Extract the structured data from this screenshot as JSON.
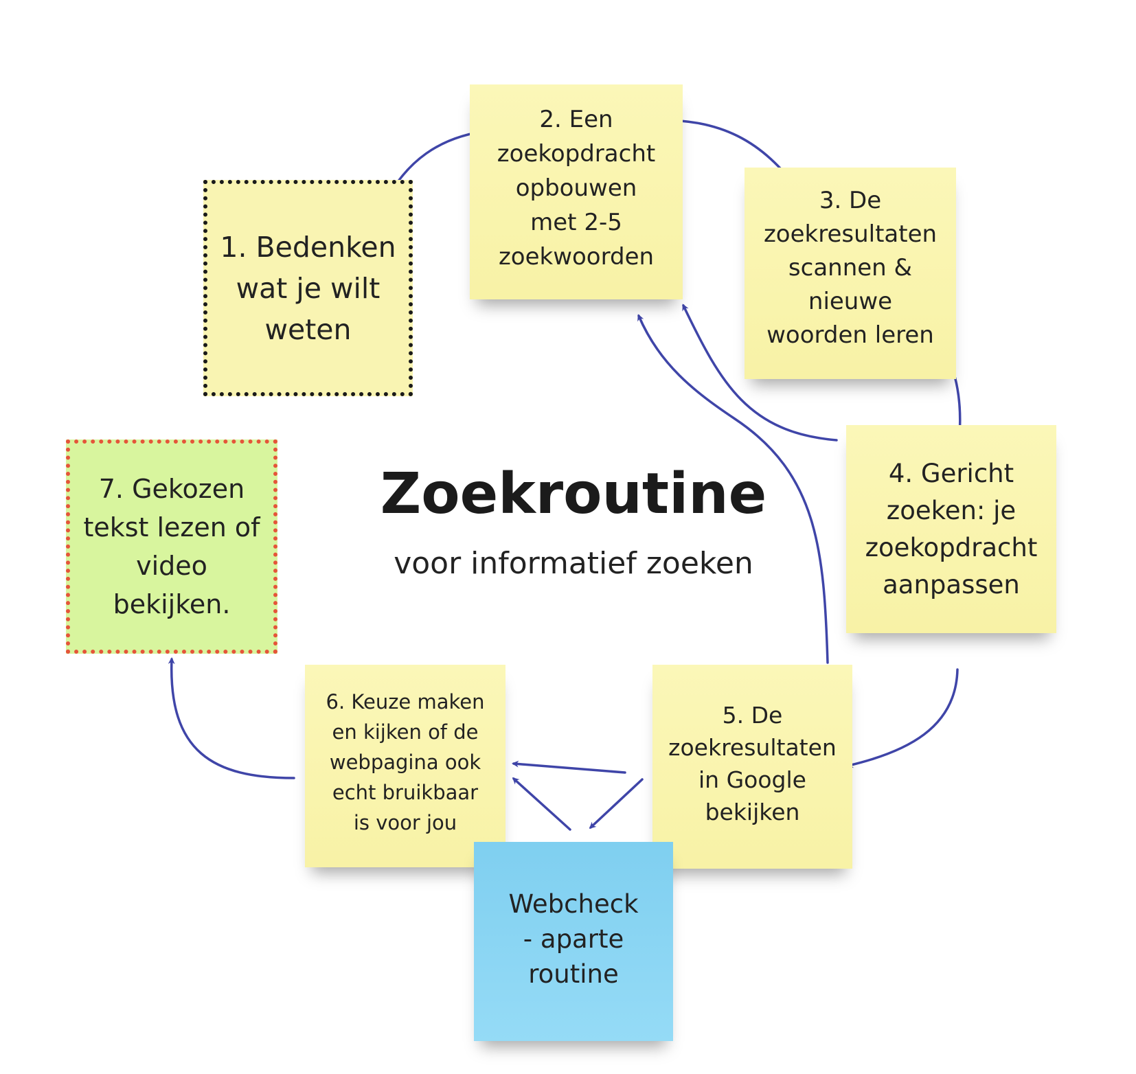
{
  "title": "Zoekroutine",
  "subtitle": "voor informatief zoeken",
  "steps": [
    {
      "id": "1",
      "text": "1. Bedenken\nwat je wilt\nweten"
    },
    {
      "id": "2",
      "text": "2. Een\nzoekopdracht\nopbouwen\nmet 2-5\nzoekwoorden"
    },
    {
      "id": "3",
      "text": "3. De\nzoekresultaten\nscannen &\nnieuwe\nwoorden leren"
    },
    {
      "id": "4",
      "text": "4. Gericht\nzoeken: je\nzoekopdracht\naanpassen"
    },
    {
      "id": "5",
      "text": "5. De\nzoekresultaten\nin Google\nbekijken"
    },
    {
      "id": "6",
      "text": "6. Keuze maken\nen kijken of de\nwebpagina ook\necht bruikbaar\nis voor jou"
    },
    {
      "id": "webcheck",
      "text": "Webcheck\n- aparte\nroutine"
    },
    {
      "id": "7",
      "text": "7.  Gekozen\ntekst lezen of\nvideo bekijken."
    }
  ],
  "colors": {
    "note_yellow": "#f9f4b2",
    "note_blue": "#8ad6f4",
    "note_green": "#d8f59e",
    "arrow": "#3f45a8",
    "border_step1": "#1a1a1a",
    "border_step7": "#e5553a"
  }
}
